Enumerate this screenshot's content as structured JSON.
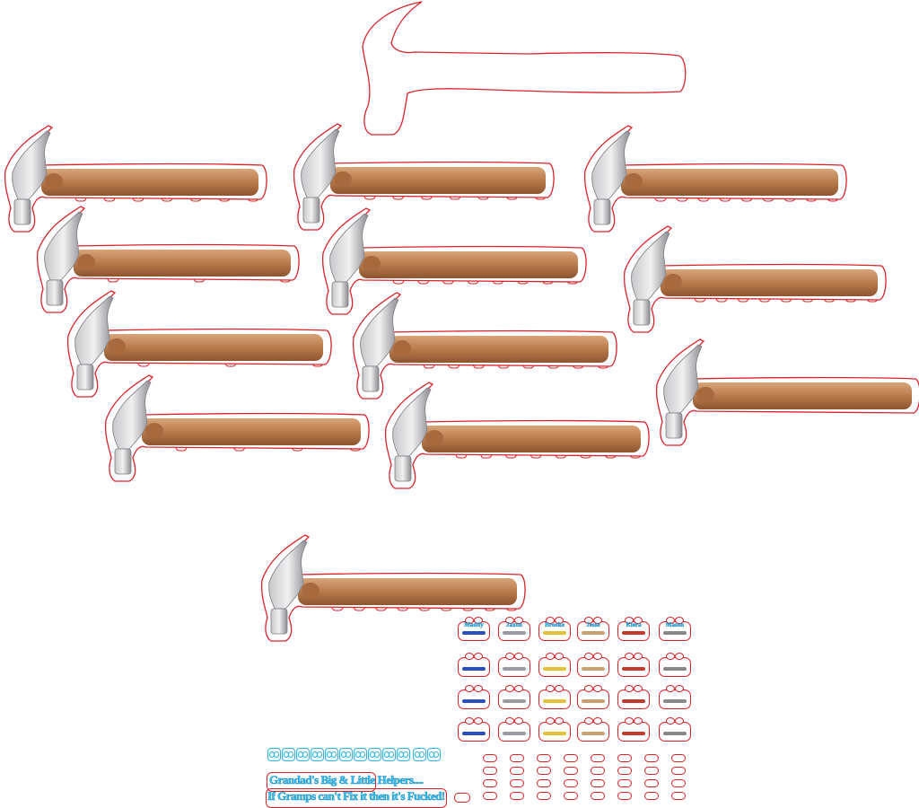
{
  "sheet": {
    "helper_names": [
      "Maddy",
      "Jaxon",
      "Brooke",
      "Jesse",
      "Kiera",
      "Mason"
    ],
    "caption_line_1": "Grandad's Big & Little Helpers....",
    "caption_line_2": "If Gramps can't Fix it then it's Fucked!",
    "colors": {
      "cut_line": "#d8232a",
      "wood": "#b97a4a",
      "steel": "#a9a9ad",
      "text_blue": "#38c0f0"
    },
    "icons": [
      "hammer-icon",
      "hammer-outline-icon",
      "name-tag-icon",
      "ring-icon"
    ]
  }
}
